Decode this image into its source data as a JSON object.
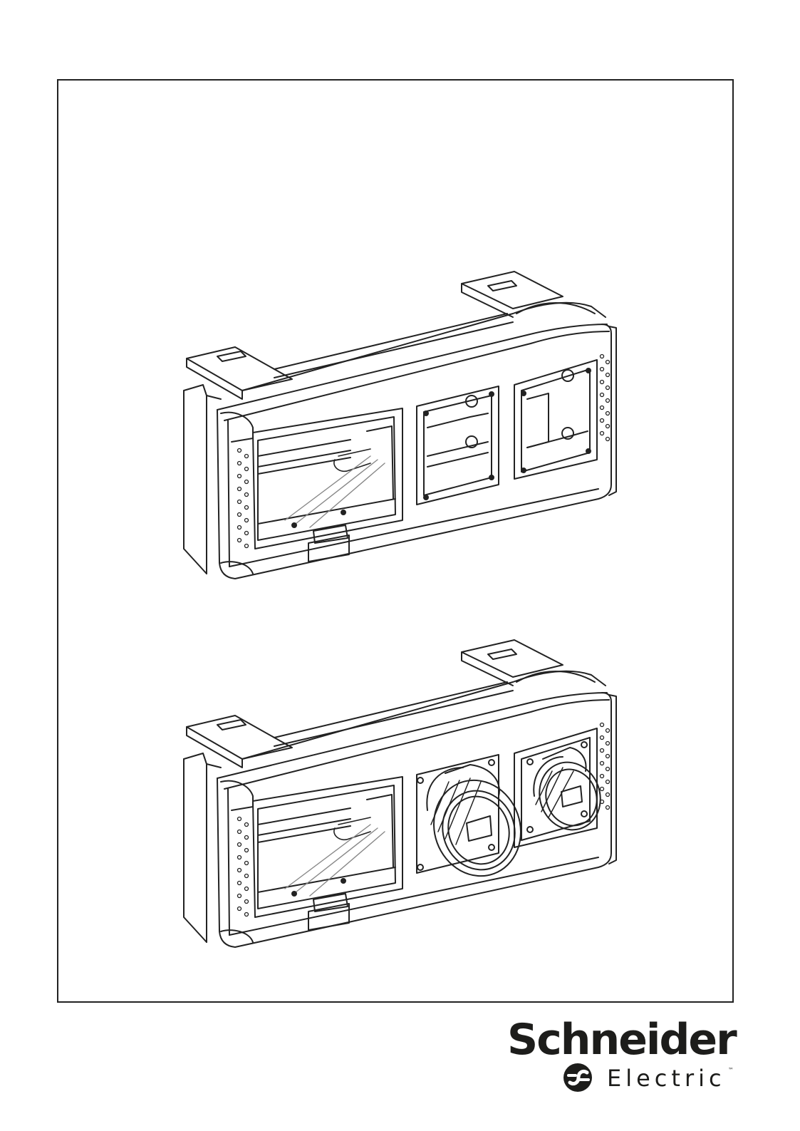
{
  "brand": {
    "name": "Schneider",
    "sub": "Electric",
    "tm": "™",
    "color": "#1d1d1b"
  },
  "illustrations": [
    {
      "name": "enclosure-with-empty-socket-cutouts"
    },
    {
      "name": "enclosure-with-two-sockets"
    }
  ]
}
